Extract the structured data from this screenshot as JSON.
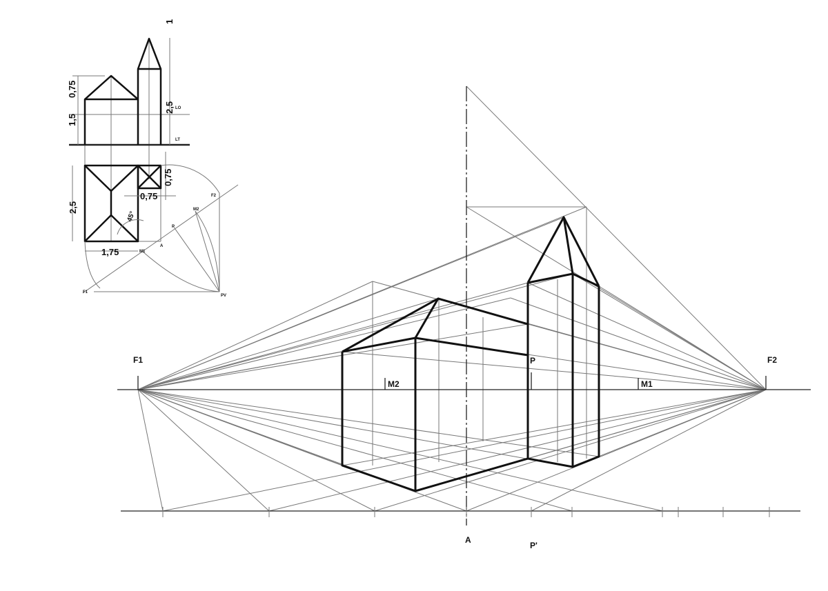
{
  "main": {
    "labels": {
      "f1": "F1",
      "f2": "F2",
      "m1": "M1",
      "m2": "M2",
      "p": "P",
      "a": "A",
      "p_prime": "P'"
    }
  },
  "inset": {
    "dimensions": {
      "spire": "1",
      "roof": "0,75",
      "wall": "1,5",
      "tower": "2,5",
      "depth": "2,5",
      "tower_w": "0,75",
      "tower_d": "0,75",
      "width": "1,75",
      "angle": "45°"
    },
    "labels": {
      "lo": "LO",
      "lt": "LT",
      "f1": "F1",
      "f2": "F2",
      "m1": "M1",
      "m2": "M2",
      "p": "P",
      "a": "A",
      "pv": "PV"
    }
  }
}
